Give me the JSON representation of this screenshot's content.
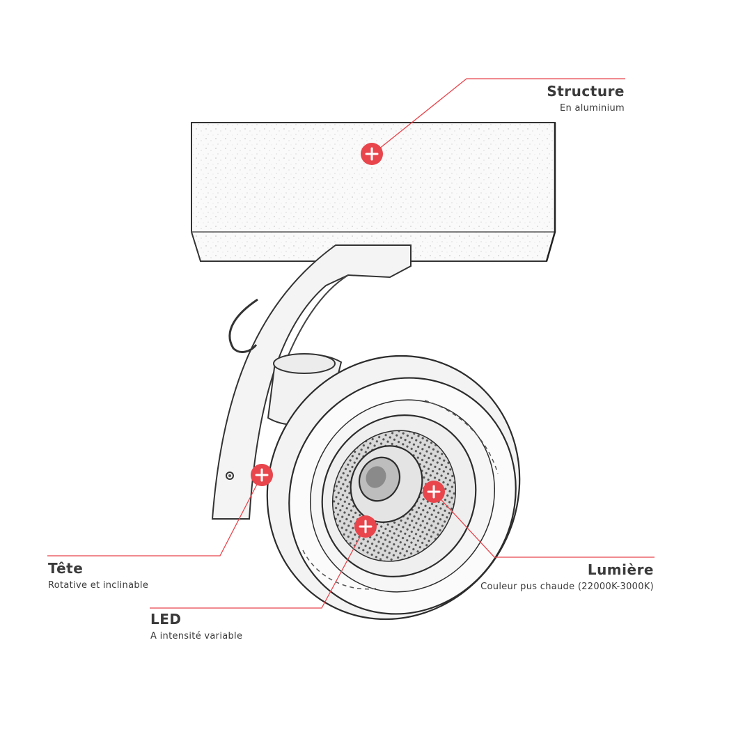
{
  "callouts": {
    "structure": {
      "title": "Structure",
      "subtitle": "En aluminium"
    },
    "tete": {
      "title": "Tête",
      "subtitle": "Rotative et inclinable"
    },
    "led": {
      "title": "LED",
      "subtitle": "A intensité variable"
    },
    "lumiere": {
      "title": "Lumière",
      "subtitle": "Couleur pus chaude (22000K-3000K)"
    }
  },
  "colors": {
    "accent": "#e8454c",
    "leader_line": "#e8454c",
    "ink": "#3a3a3a",
    "background": "#ffffff"
  },
  "icons": {
    "hotspot": "plus-icon"
  }
}
